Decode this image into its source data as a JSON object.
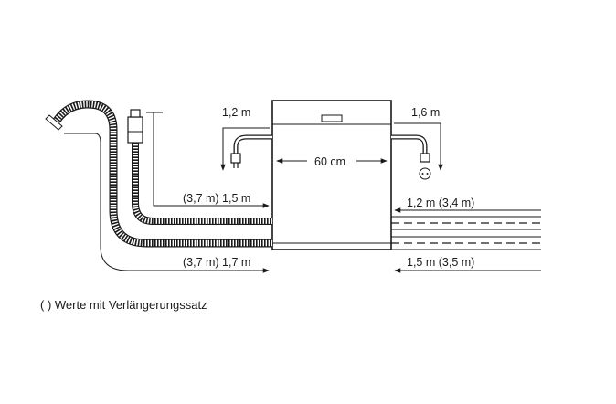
{
  "diagram": {
    "labels": {
      "left_top": "1,2 m",
      "right_top": "1,6 m",
      "width": "60 cm",
      "left_mid": "(3,7 m) 1,5 m",
      "right_mid": "1,2 m (3,4 m)",
      "left_bottom": "(3,7 m) 1,7 m",
      "right_bottom": "1,5 m (3,5 m)"
    },
    "footnote": "(  ) Werte mit Verlängerungssatz"
  }
}
